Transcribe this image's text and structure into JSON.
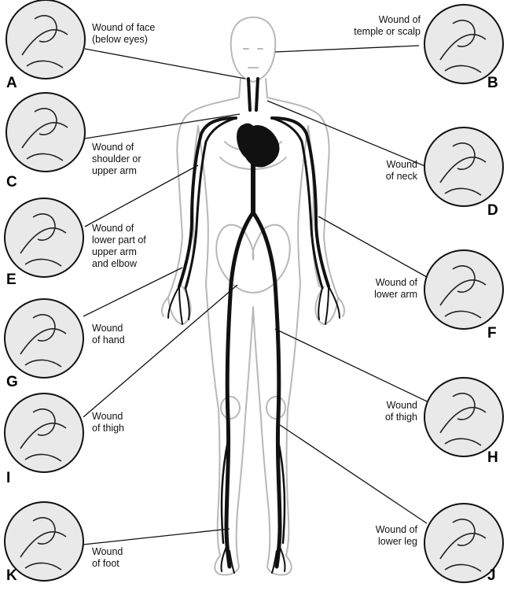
{
  "panels": [
    {
      "letter": "A",
      "label": "Wound of face\n(below eyes)"
    },
    {
      "letter": "B",
      "label": "Wound of\ntemple or scalp"
    },
    {
      "letter": "C",
      "label": "Wound of\nshoulder or\nupper arm"
    },
    {
      "letter": "D",
      "label": "Wound\nof neck"
    },
    {
      "letter": "E",
      "label": "Wound of\nlower part of\nupper arm\nand elbow"
    },
    {
      "letter": "F",
      "label": "Wound of\nlower arm"
    },
    {
      "letter": "G",
      "label": "Wound\nof hand"
    },
    {
      "letter": "H",
      "label": "Wound\nof thigh"
    },
    {
      "letter": "I",
      "label": "Wound\nof thigh"
    },
    {
      "letter": "J",
      "label": "Wound of\nlower leg"
    },
    {
      "letter": "K",
      "label": "Wound\nof foot"
    }
  ],
  "colors": {
    "outline": "#b8b8b8",
    "artery": "#111111",
    "circle_fill": "#e9e9e9",
    "ink": "#222222"
  }
}
